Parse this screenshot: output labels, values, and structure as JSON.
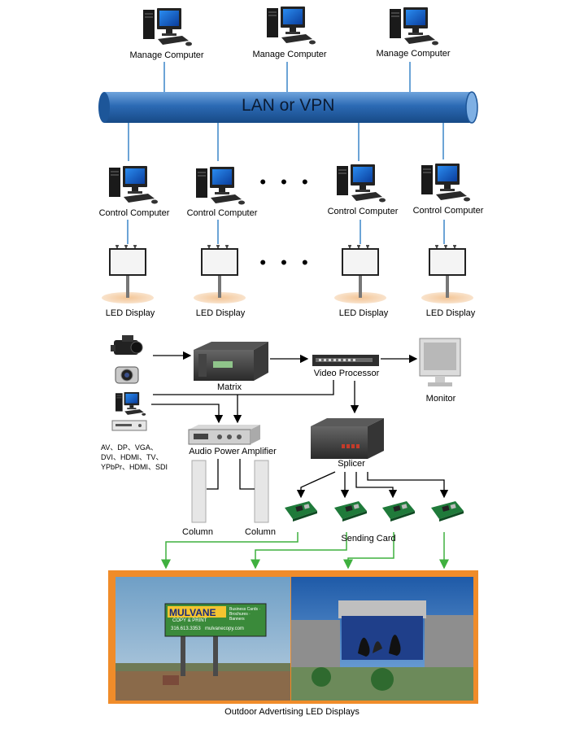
{
  "diagram": {
    "lan_label": "LAN or VPN",
    "manage_computers": [
      {
        "label": "Manage Computer"
      },
      {
        "label": "Manage Computer"
      },
      {
        "label": "Manage Computer"
      }
    ],
    "control_computers": [
      {
        "label": "Control Computer"
      },
      {
        "label": "Control Computer"
      },
      {
        "label": "Control Computer"
      },
      {
        "label": "Control Computer"
      }
    ],
    "led_displays": [
      {
        "label": "LED Display"
      },
      {
        "label": "LED Display"
      },
      {
        "label": "LED Display"
      },
      {
        "label": "LED Display"
      }
    ],
    "ellipsis": "• • •",
    "matrix_label": "Matrix",
    "video_processor_label": "Video Processor",
    "monitor_label": "Monitor",
    "audio_amp_label": "Audio Power Amplifier",
    "splicer_label": "Splicer",
    "column_labels": [
      "Column",
      "Column"
    ],
    "sending_card_label": "Sending Card",
    "source_signals": [
      "AV、DP、VGA、",
      "DVI、HDMI、TV、",
      "YPbPr、HDMI、SDI"
    ],
    "billboard": {
      "brand": "MULVANE",
      "sub": "COPY & PRINT",
      "phone": "316.613.3353",
      "web": "mulvanecopy.com",
      "side": "Business Cards · Brochures · Banners"
    },
    "caption": "Outdoor Advertising LED Displays",
    "colors": {
      "lan_pipe": "#2f6fb8",
      "network_line": "#3a86c8",
      "arrow": "#000000",
      "green_arrow": "#3fb03f",
      "frame": "#f08c2a",
      "chip": "#c43a2a"
    }
  }
}
